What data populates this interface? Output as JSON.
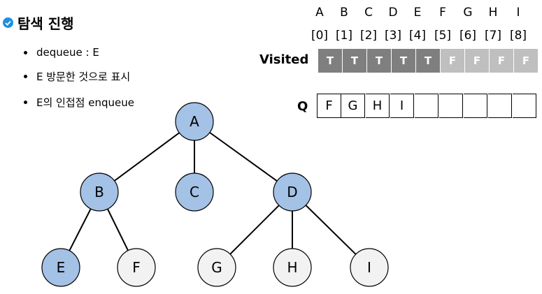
{
  "title": "탐색 진행",
  "bullets": [
    "dequeue : E",
    "E 방문한 것으로 표시",
    "E의 인접점 enqueue"
  ],
  "header": {
    "letters": [
      "A",
      "B",
      "C",
      "D",
      "E",
      "F",
      "G",
      "H",
      "I"
    ],
    "indices": [
      "[0]",
      "[1]",
      "[2]",
      "[3]",
      "[4]",
      "[5]",
      "[6]",
      "[7]",
      "[8]"
    ]
  },
  "visited": {
    "label": "Visited",
    "values": [
      "T",
      "T",
      "T",
      "T",
      "T",
      "F",
      "F",
      "F",
      "F"
    ],
    "color_true": "#7f7f7f",
    "color_false": "#bfbfbf"
  },
  "queue": {
    "label": "Q",
    "items": [
      "F",
      "G",
      "H",
      "I",
      "",
      "",
      "",
      "",
      ""
    ]
  },
  "tree": {
    "nodes": [
      {
        "id": "A",
        "label": "A",
        "visited": true
      },
      {
        "id": "B",
        "label": "B",
        "visited": true
      },
      {
        "id": "C",
        "label": "C",
        "visited": true
      },
      {
        "id": "D",
        "label": "D",
        "visited": true
      },
      {
        "id": "E",
        "label": "E",
        "visited": true
      },
      {
        "id": "F",
        "label": "F",
        "visited": false
      },
      {
        "id": "G",
        "label": "G",
        "visited": false
      },
      {
        "id": "H",
        "label": "H",
        "visited": false
      },
      {
        "id": "I",
        "label": "I",
        "visited": false
      }
    ],
    "edges": [
      [
        "A",
        "B"
      ],
      [
        "A",
        "C"
      ],
      [
        "A",
        "D"
      ],
      [
        "B",
        "E"
      ],
      [
        "B",
        "F"
      ],
      [
        "D",
        "G"
      ],
      [
        "D",
        "H"
      ],
      [
        "D",
        "I"
      ]
    ],
    "visited_fill": "#a4c1e6",
    "unvisited_fill": "#f2f2f2"
  },
  "accent_color": "#1e8fe1"
}
